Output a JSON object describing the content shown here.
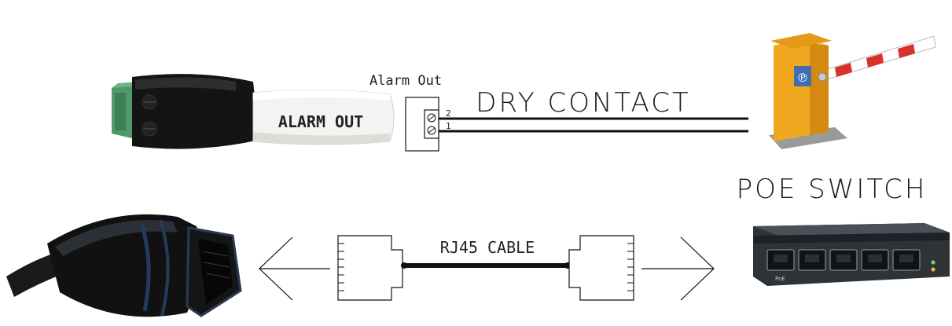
{
  "labels": {
    "alarm_out_terminal": "Alarm Out",
    "dry_contact": "DRY CONTACT",
    "terminal_pin_2": "2",
    "terminal_pin_1": "1",
    "poe_switch": "POE SWITCH",
    "rj45_cable": "RJ45 CABLE",
    "sleeve_text": "ALARM OUT",
    "switch_port_label": "PoE"
  },
  "colors": {
    "line": "#111111",
    "connector_green": "#4e9a6b",
    "barrier_orange": "#f0a820",
    "barrier_stripe_red": "#d8322a",
    "switch_body": "#3a3f45",
    "led_green": "#6ed36a",
    "led_amber": "#e5b53a"
  },
  "icons": [
    "alarm-out-connector-photo",
    "barrier-gate-icon",
    "poe-switch-icon",
    "rj45-plug-photo",
    "rj45-jack-icon",
    "arrow-left-icon",
    "arrow-right-icon"
  ]
}
